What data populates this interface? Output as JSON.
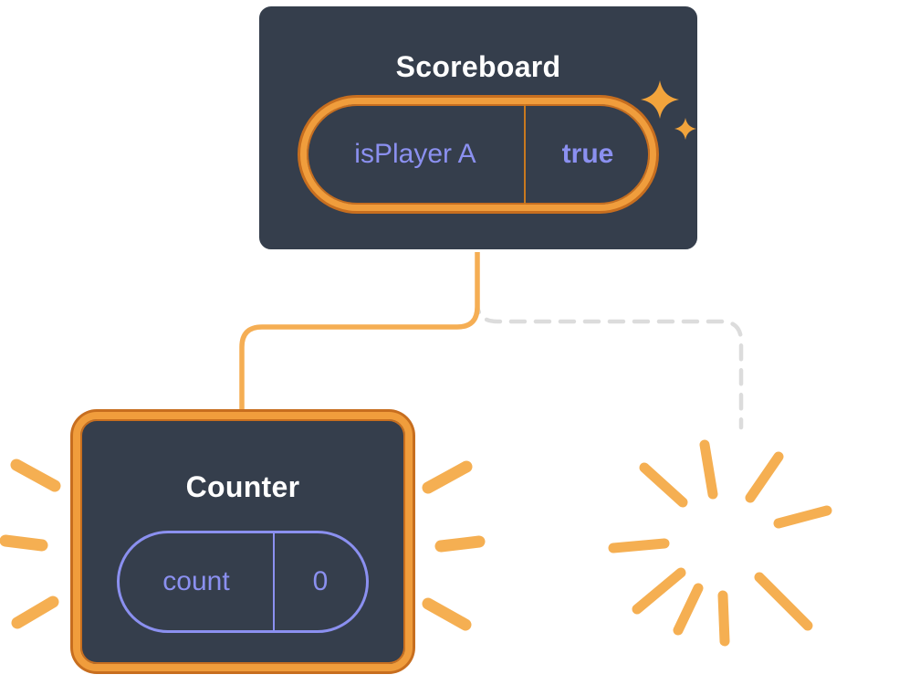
{
  "diagram": {
    "scoreboard": {
      "title": "Scoreboard",
      "state": {
        "key": "isPlayer A",
        "value": "true"
      }
    },
    "counter": {
      "title": "Counter",
      "state": {
        "key": "count",
        "value": "0"
      }
    },
    "icons": {
      "sparkle": "sparkle-icon",
      "burst": "burst-rays-icon",
      "emphasis": "emphasis-rays-icon"
    },
    "colors": {
      "card_bg": "#353E4C",
      "card_border_white": "#FFFFFF",
      "highlight_orange": "#F09D3C",
      "highlight_orange_dark": "#C76E1F",
      "connector_orange": "#F5AE54",
      "connector_removed_gray": "#DCDCDC",
      "state_purple": "#8B90F0",
      "title_white": "#FFFFFF"
    }
  }
}
